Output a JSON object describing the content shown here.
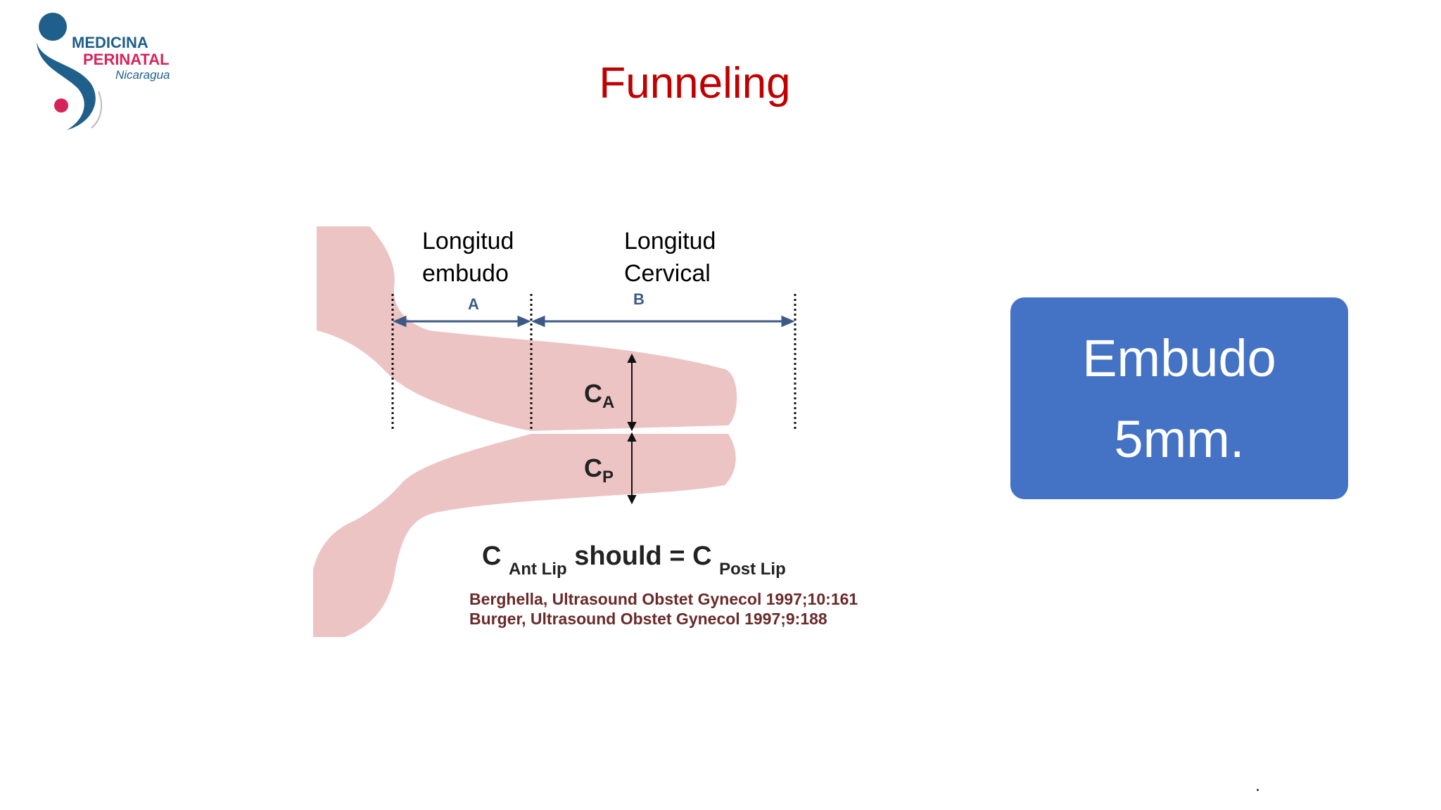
{
  "slide": {
    "title": "Funneling"
  },
  "logo": {
    "line1": "MEDICINA",
    "line2": "PERINATAL",
    "line3": "Nicaragua",
    "colors": {
      "blue": "#1f5f8b",
      "red": "#d6245a"
    }
  },
  "diagram": {
    "label_funnel_line1": "Longitud",
    "label_funnel_line2": "embudo",
    "label_cervical_line1": "Longitud",
    "label_cervical_line2": "Cervical",
    "segment_a": "A",
    "segment_b": "B",
    "ca_main": "C",
    "ca_sub": "A",
    "cp_main": "C",
    "cp_sub": "P",
    "formula": {
      "c1": "C",
      "sub1": "Ant Lip",
      "middle": "should = C",
      "sub2": "Post Lip"
    },
    "references": [
      "Berghella, Ultrasound Obstet Gynecol 1997;10:161",
      "Burger, Ultrasound Obstet Gynecol 1997;9:188"
    ],
    "colors": {
      "tissue": "#ecc4c4",
      "arrow_blue": "#3d5a86"
    }
  },
  "callout": {
    "line1": "Embudo",
    "line2": "5mm.",
    "color": "#4472c4"
  },
  "footer": {
    "mark": "."
  }
}
